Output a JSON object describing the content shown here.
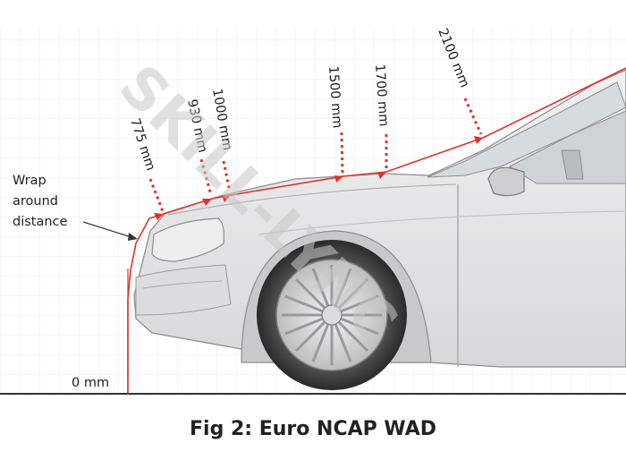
{
  "figure": {
    "caption": "Fig 2: Euro NCAP WAD",
    "wrap_label_lines": [
      "Wrap",
      "around",
      "distance"
    ],
    "zero_label": "0 mm",
    "distances": [
      "775 mm",
      "930 mm",
      "1000 mm",
      "1500 mm",
      "1700 mm",
      "2100 mm"
    ],
    "watermark": "SKILL-LYNC"
  },
  "colors": {
    "measure_line": "#e0322b",
    "car_body": "#e9e9ea",
    "ground": "#333333"
  }
}
